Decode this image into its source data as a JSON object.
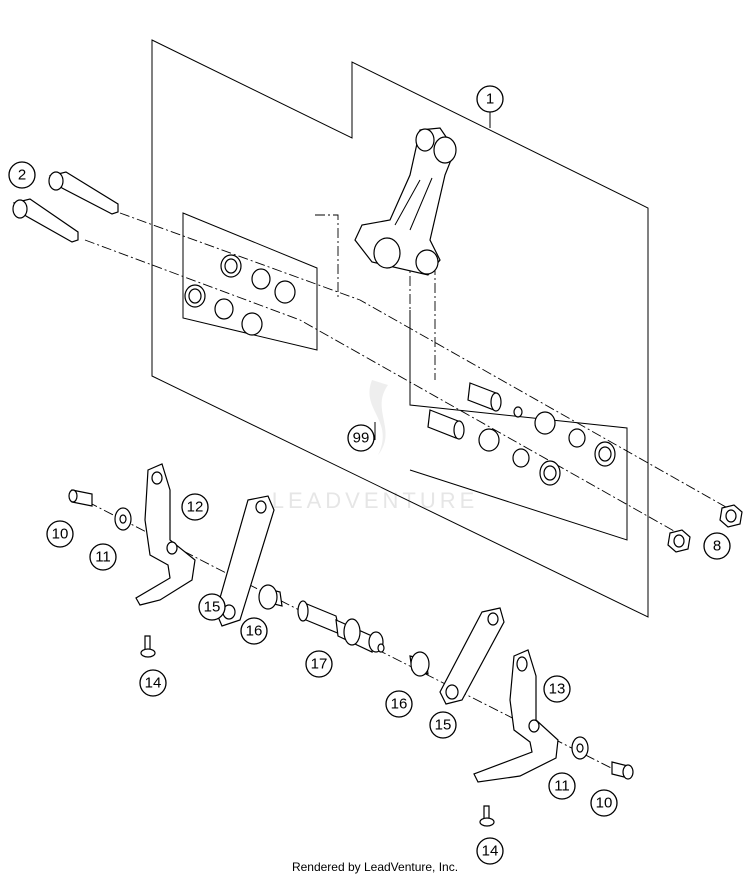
{
  "callouts": {
    "c1": "1",
    "c2": "2",
    "c8": "8",
    "c99": "99",
    "c10a": "10",
    "c11a": "11",
    "c12": "12",
    "c15a": "15",
    "c16a": "16",
    "c17": "17",
    "c14a": "14",
    "c16b": "16",
    "c15b": "15",
    "c13": "13",
    "c11b": "11",
    "c10b": "10",
    "c14b": "14"
  },
  "watermark": "LEADVENTURE",
  "footer": "Rendered by LeadVenture, Inc."
}
